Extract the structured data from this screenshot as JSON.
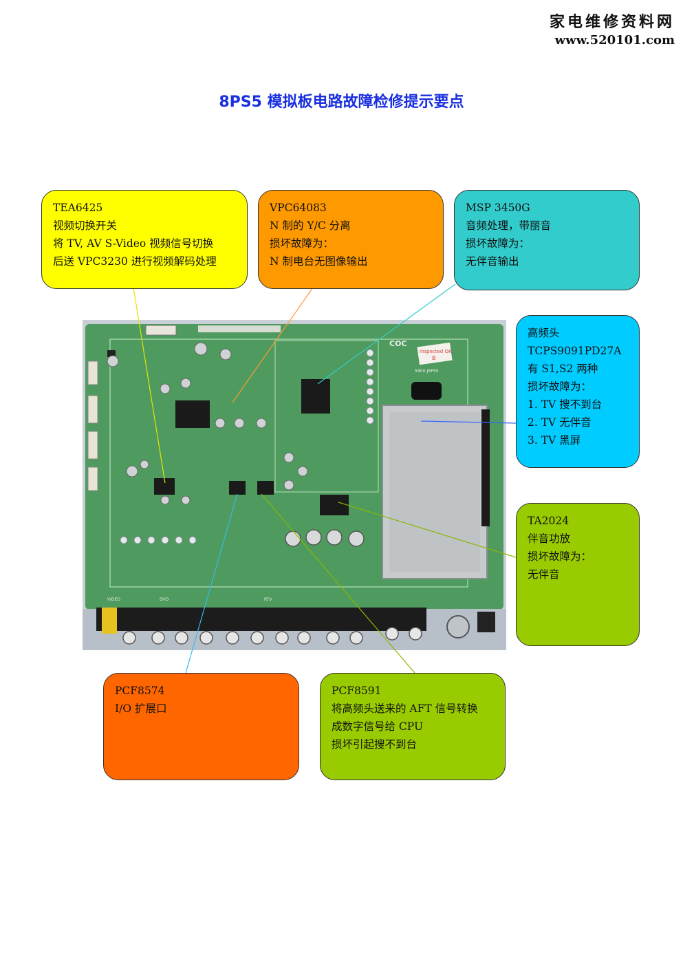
{
  "watermark": {
    "line1": "家电维修资料网",
    "line2": "www.520101.com"
  },
  "title": "8PS5 模拟板电路故障检修提示要点",
  "board_labels": {
    "brand": "COC",
    "inspected": "Inspected OK",
    "inspected_grade": "B",
    "part_code": "5800-J8PS5",
    "left_labels": [
      "VIDEO",
      "DVD",
      "RTV"
    ]
  },
  "callouts": {
    "tea6425": [
      "TEA6425",
      "视频切换开关",
      "将 TV, AV S-Video 视频信号切换",
      "后送 VPC3230 进行视频解码处理"
    ],
    "vpc64083": [
      "VPC64083",
      "N 制的 Y/C 分离",
      "损坏故障为：",
      "N 制电台无图像输出"
    ],
    "msp3450g": [
      "MSP 3450G",
      "音频处理，带丽音",
      "损坏故障为：",
      "无伴音输出"
    ],
    "tuner": [
      "高频头",
      "TCPS9091PD27A",
      "有 S1,S2 两种",
      "损坏故障为：",
      "1.   TV 搜不到台",
      "2.   TV 无伴音",
      "3.   TV 黑屏"
    ],
    "ta2024": [
      "TA2024",
      "伴音功放",
      "损坏故障为：",
      "无伴音"
    ],
    "pcf8574": [
      "PCF8574",
      "I/O 扩展口"
    ],
    "pcf8591": [
      "PCF8591",
      "将高频头送来的 AFT 信号转换",
      "成数字信号给 CPU",
      "损坏引起搜不到台"
    ]
  },
  "colors": {
    "tea6425": "#ffff00",
    "vpc64083": "#ff9900",
    "msp3450g": "#33cccc",
    "tuner": "#00ccff",
    "ta2024": "#99cc00",
    "pcf8574": "#ff6600",
    "pcf8591": "#99cc00",
    "title": "#1a2fe0",
    "pcb": "#4f9a5e"
  }
}
